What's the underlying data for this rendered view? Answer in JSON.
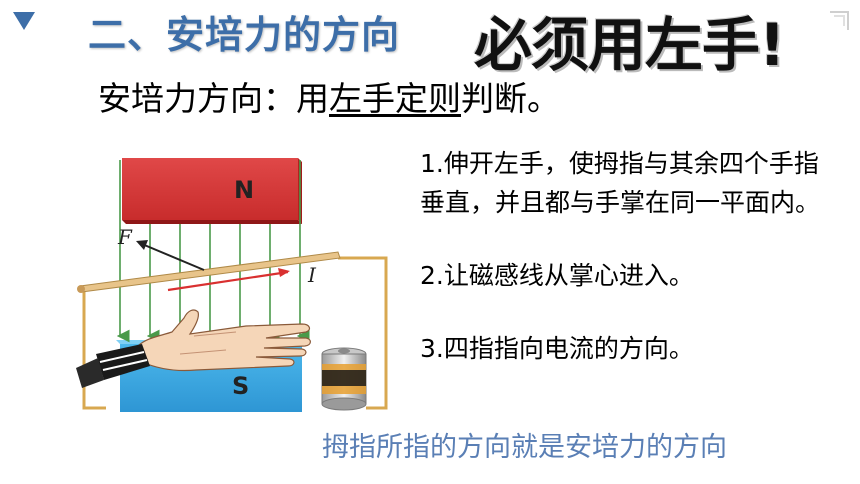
{
  "header": {
    "title": "二、安培力的方向",
    "highlight": "必须用左手!"
  },
  "subtitle": {
    "prefix": "安培力方向：用",
    "underlined": "左手定则",
    "suffix": "判断。"
  },
  "steps": [
    "1.伸开左手，使拇指与其余四个手指垂直，并且都与手掌在同一平面内。",
    "2.让磁感线从掌心进入。",
    "3.四指指向电流的方向。"
  ],
  "conclusion": "拇指所指的方向就是安培力的方向",
  "diagram": {
    "north_label": "N",
    "south_label": "S",
    "force_label": "F",
    "current_label": "I"
  },
  "colors": {
    "title": "#3d6ea8",
    "north_pole": "#d93a3a",
    "south_pole": "#3aa8e0",
    "field_lines": "#4a9a4a",
    "current_arrow": "#d93030",
    "wire": "#d8a850",
    "conclusion": "#5a7fb5"
  }
}
